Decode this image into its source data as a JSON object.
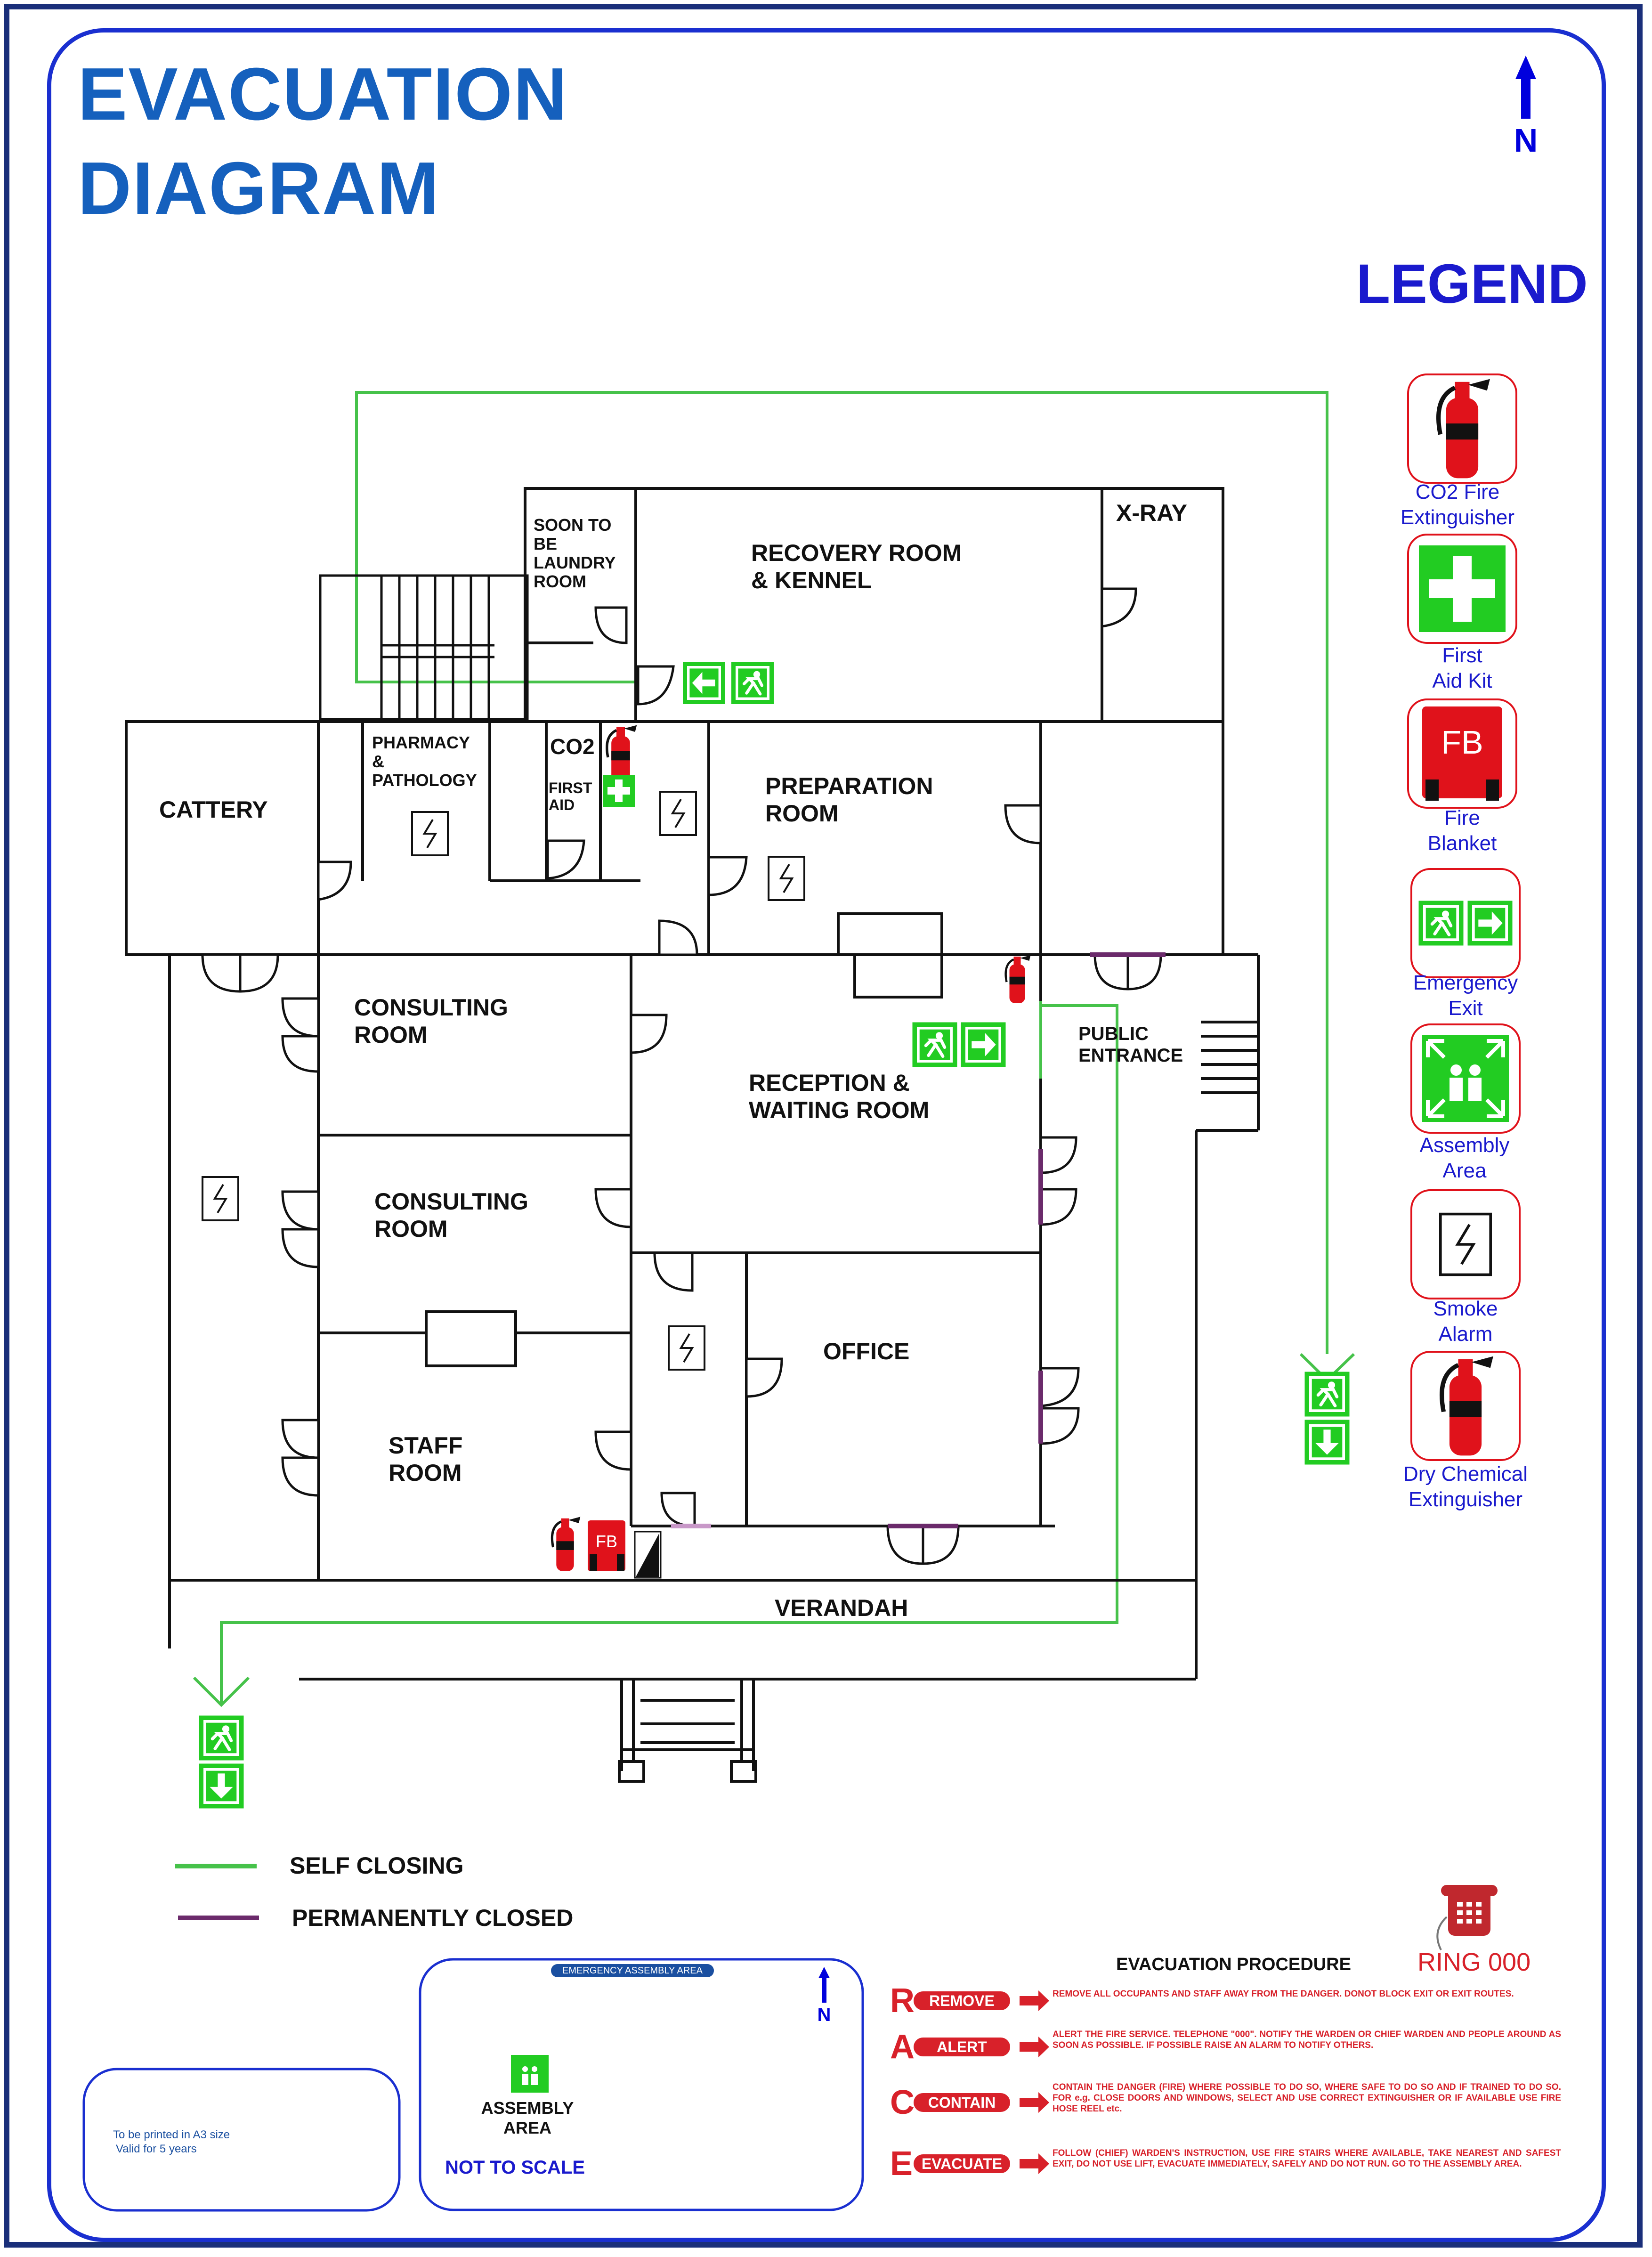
{
  "title": {
    "line1": "EVACUATION",
    "line2": "DIAGRAM"
  },
  "north_label": "N",
  "legend": {
    "title": "LEGEND",
    "items": [
      {
        "line1": "CO2 Fire",
        "line2": "Extinguisher",
        "icon": "co2-extinguisher-icon"
      },
      {
        "line1": "First",
        "line2": "Aid Kit",
        "icon": "first-aid-icon"
      },
      {
        "line1": "Fire",
        "line2": "Blanket",
        "icon": "fire-blanket-icon",
        "badge": "FB"
      },
      {
        "line1": "Emergency",
        "line2": "Exit",
        "icon": "emergency-exit-icon"
      },
      {
        "line1": "Assembly",
        "line2": "Area",
        "icon": "assembly-area-icon"
      },
      {
        "line1": "Smoke",
        "line2": "Alarm",
        "icon": "smoke-alarm-icon"
      },
      {
        "line1": "Dry Chemical",
        "line2": "Extinguisher",
        "icon": "dry-chemical-extinguisher-icon"
      }
    ]
  },
  "rooms": {
    "laundry": {
      "l1": "SOON TO",
      "l2": "BE",
      "l3": "LAUNDRY",
      "l4": "ROOM"
    },
    "recovery": {
      "l1": "RECOVERY ROOM",
      "l2": "& KENNEL"
    },
    "xray": "X-RAY",
    "cattery": "CATTERY",
    "pharmacy": {
      "l1": "PHARMACY",
      "l2": "&",
      "l3": "PATHOLOGY"
    },
    "co2": "CO2",
    "first_aid": {
      "l1": "FIRST",
      "l2": "AID"
    },
    "preparation": {
      "l1": "PREPARATION",
      "l2": "ROOM"
    },
    "consulting1": {
      "l1": "CONSULTING",
      "l2": "ROOM"
    },
    "consulting2": {
      "l1": "CONSULTING",
      "l2": "ROOM"
    },
    "reception": {
      "l1": "RECEPTION &",
      "l2": "WAITING ROOM"
    },
    "public_entrance": {
      "l1": "PUBLIC",
      "l2": "ENTRANCE"
    },
    "office": "OFFICE",
    "staff": {
      "l1": "STAFF",
      "l2": "ROOM"
    },
    "verandah": "VERANDAH",
    "fb_badge": "FB"
  },
  "key": {
    "self_closing": "SELF CLOSING",
    "permanently_closed": "PERMANENTLY CLOSED"
  },
  "colors": {
    "route_green": "#46c24a",
    "exit_green": "#22cc22",
    "closed_purple": "#6b2a6b",
    "fire_red": "#e0121b",
    "title_blue": "#1560bd",
    "frame_blue": "#1a2fd0"
  },
  "assembly_box": {
    "header": "EMERGENCY ASSEMBLY AREA",
    "label_l1": "ASSEMBLY",
    "label_l2": "AREA",
    "not_to_scale": "NOT TO SCALE",
    "north": "N"
  },
  "print_note": {
    "l1": "To be printed in A3 size",
    "l2": "Valid for 5 years"
  },
  "procedure": {
    "title": "EVACUATION PROCEDURE",
    "ring": "RING 000",
    "steps": [
      {
        "letter": "R",
        "pill": "REMOVE",
        "text": "REMOVE ALL OCCUPANTS AND STAFF AWAY FROM THE DANGER. DONOT BLOCK EXIT OR EXIT ROUTES."
      },
      {
        "letter": "A",
        "pill": "ALERT",
        "text": "ALERT THE FIRE SERVICE. TELEPHONE \"000\". NOTIFY THE WARDEN OR CHIEF WARDEN AND PEOPLE AROUND AS SOON AS POSSIBLE. IF POSSIBLE RAISE AN ALARM TO NOTIFY OTHERS."
      },
      {
        "letter": "C",
        "pill": "CONTAIN",
        "text": "CONTAIN THE DANGER (FIRE) WHERE POSSIBLE TO DO SO, WHERE SAFE TO DO SO AND IF TRAINED TO DO SO. FOR e.g. CLOSE DOORS AND WINDOWS, SELECT AND USE CORRECT EXTINGUISHER OR IF AVAILABLE USE FIRE HOSE REEL etc."
      },
      {
        "letter": "E",
        "pill": "EVACUATE",
        "text": "FOLLOW (CHIEF) WARDEN'S INSTRUCTION, USE FIRE STAIRS WHERE AVAILABLE, TAKE NEAREST AND SAFEST EXIT, DO NOT USE LIFT, EVACUATE IMMEDIATELY, SAFELY AND DO NOT RUN. GO TO THE ASSEMBLY AREA."
      }
    ]
  }
}
